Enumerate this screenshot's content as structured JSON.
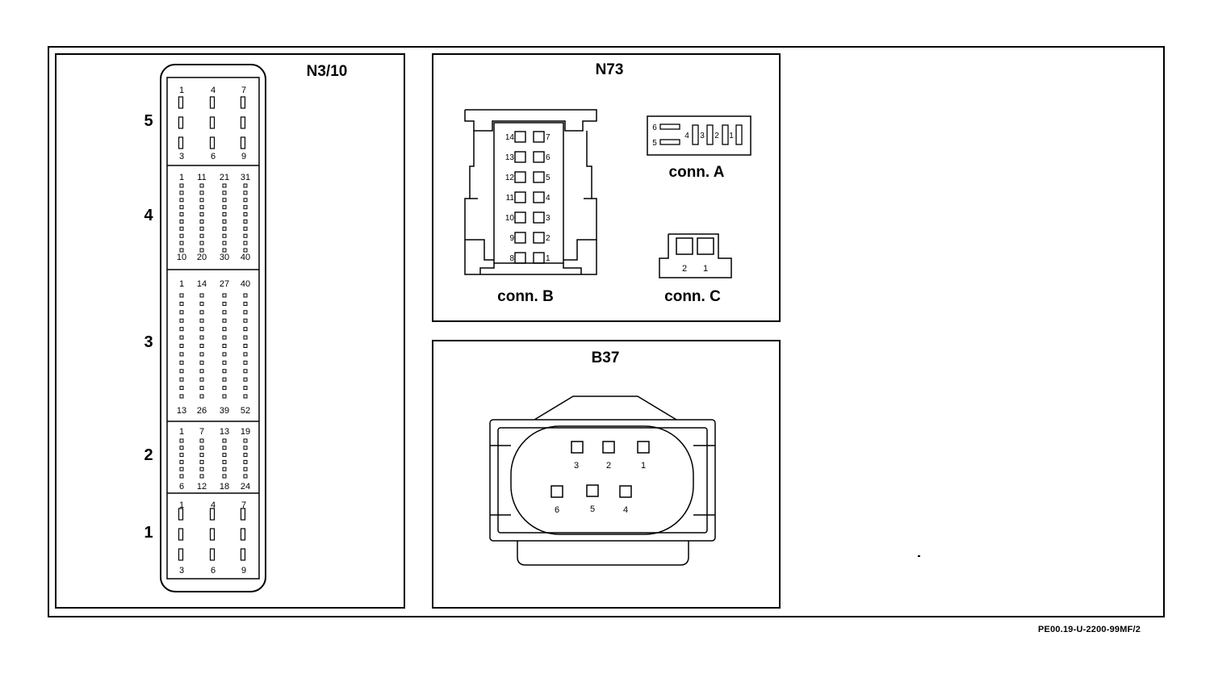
{
  "reference_code": "PE00.19-U-2200-99MF/2",
  "n3_10": {
    "title": "N3/10",
    "sections": [
      {
        "number": "5",
        "labels": [
          "1",
          "4",
          "7",
          "3",
          "6",
          "9"
        ]
      },
      {
        "number": "4",
        "labels": [
          "1",
          "11",
          "21",
          "31",
          "10",
          "20",
          "30",
          "40"
        ]
      },
      {
        "number": "3",
        "labels": [
          "1",
          "14",
          "27",
          "40",
          "13",
          "26",
          "39",
          "52"
        ]
      },
      {
        "number": "2",
        "labels": [
          "1",
          "7",
          "13",
          "19",
          "6",
          "12",
          "18",
          "24"
        ]
      },
      {
        "number": "1",
        "labels": [
          "1",
          "4",
          "7",
          "3",
          "6",
          "9"
        ]
      }
    ]
  },
  "n73": {
    "title": "N73",
    "conn_a": {
      "label": "conn. A",
      "pins": [
        "6",
        "5",
        "4",
        "3",
        "2",
        "1"
      ]
    },
    "conn_b": {
      "label": "conn. B",
      "pins_left": [
        "14",
        "13",
        "12",
        "11",
        "10",
        "9",
        "8"
      ],
      "pins_right": [
        "7",
        "6",
        "5",
        "4",
        "3",
        "2",
        "1"
      ]
    },
    "conn_c": {
      "label": "conn. C",
      "pins": [
        "2",
        "1"
      ]
    }
  },
  "b37": {
    "title": "B37",
    "pins_top": [
      "3",
      "2",
      "1"
    ],
    "pins_bottom": [
      "6",
      "5",
      "4"
    ]
  }
}
